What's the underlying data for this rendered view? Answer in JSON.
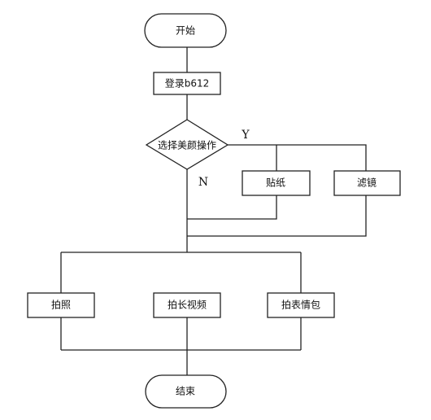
{
  "diagram": {
    "nodes": {
      "start": "开始",
      "login": "登录b612",
      "decision": "选择美颜操作",
      "sticker": "贴纸",
      "filter": "滤镜",
      "photo": "拍照",
      "long_video": "拍长视频",
      "emoji": "拍表情包",
      "end": "结束"
    },
    "branches": {
      "yes": "Y",
      "no": "N"
    }
  }
}
